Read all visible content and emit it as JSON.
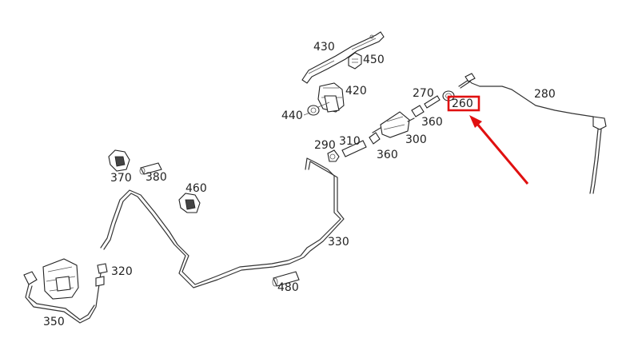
{
  "diagram": {
    "callouts": {
      "p430": "430",
      "p450": "450",
      "p420": "420",
      "p440": "440",
      "p270": "270",
      "p260": "260",
      "p280": "280",
      "p360a": "360",
      "p300": "300",
      "p360b": "360",
      "p310": "310",
      "p290": "290",
      "p370": "370",
      "p380": "380",
      "p460": "460",
      "p330": "330",
      "p320": "320",
      "p480": "480",
      "p350": "350"
    },
    "highlighted_part": "260",
    "colors": {
      "highlight": "#e01010",
      "linework": "#333333"
    }
  }
}
